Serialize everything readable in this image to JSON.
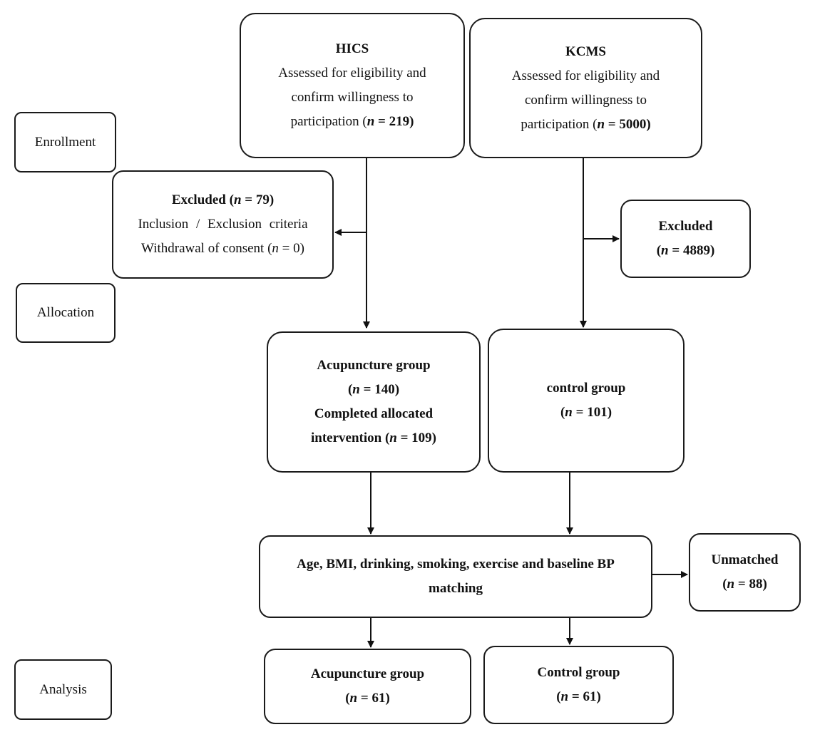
{
  "stages": {
    "enrollment": "Enrollment",
    "allocation": "Allocation",
    "analysis": "Analysis"
  },
  "hics": {
    "title": "HICS",
    "line1": "Assessed for eligibility and",
    "line2": "confirm willingness to",
    "line3_pre": "participation (",
    "n": "n",
    "line3_post": " = 219)"
  },
  "kcms": {
    "title": "KCMS",
    "line1": "Assessed for eligibility and",
    "line2": "confirm willingness to",
    "line3_pre": "participation (",
    "n": "n",
    "line3_post": " = 5000)"
  },
  "excluded_left": {
    "title_pre": "Excluded (",
    "n": "n",
    "title_post": " = 79)",
    "line2": "Inclusion / Exclusion criteria",
    "line3_pre": "Withdrawal of consent (",
    "line3_n": "n",
    "line3_post": " = 0)"
  },
  "excluded_right": {
    "title": "Excluded",
    "line2_pre": "(",
    "n": "n",
    "line2_post": " = 4889)"
  },
  "acupuncture_alloc": {
    "title": "Acupuncture group",
    "line2_pre": "(",
    "n": "n",
    "line2_post": " = 140)",
    "line3": "Completed allocated",
    "line4_pre": "intervention (",
    "line4_n": "n",
    "line4_post": " = 109)"
  },
  "control_alloc": {
    "title": "control group",
    "line2_pre": "(",
    "n": "n",
    "line2_post": " = 101)"
  },
  "matching": {
    "line1": "Age, BMI, drinking, smoking, exercise and baseline BP",
    "line2": "matching"
  },
  "unmatched": {
    "title": "Unmatched",
    "line2_pre": "(",
    "n": "n",
    "line2_post": " = 88)"
  },
  "acupuncture_final": {
    "title": "Acupuncture group",
    "line2_pre": "(",
    "n": "n",
    "line2_post": " = 61)"
  },
  "control_final": {
    "title": "Control group",
    "line2_pre": "(",
    "n": "n",
    "line2_post": " = 61)"
  }
}
